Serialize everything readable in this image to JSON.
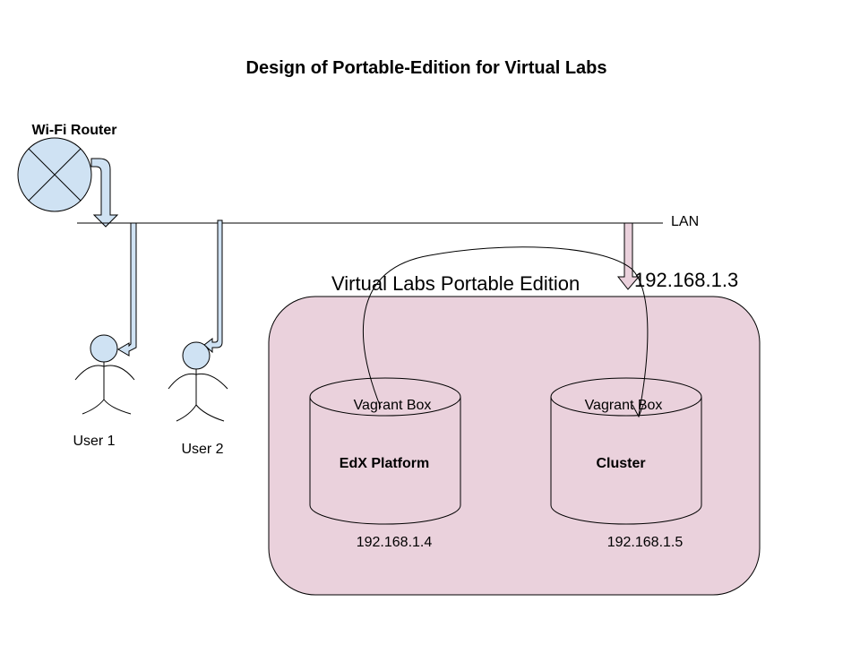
{
  "title": "Design of Portable-Edition for Virtual Labs",
  "router": {
    "label": "Wi-Fi Router",
    "icon": "router-icon"
  },
  "network": {
    "label": "LAN",
    "host_ip": "192.168.1.3"
  },
  "users": [
    {
      "label": "User 1",
      "icon": "user-icon"
    },
    {
      "label": "User 2",
      "icon": "user-icon"
    }
  ],
  "portable_edition": {
    "label": "Virtual Labs Portable Edition",
    "boxes": [
      {
        "header": "Vagrant Box",
        "name": "EdX Platform",
        "ip": "192.168.1.4"
      },
      {
        "header": "Vagrant Box",
        "name": "Cluster",
        "ip": "192.168.1.5"
      }
    ]
  },
  "colors": {
    "node_fill": "#cfe2f3",
    "container_fill": "#ead1dc",
    "arrow_fill": "#cfe2f3",
    "lan_arrow_fill": "#ead1dc",
    "stroke": "#000000"
  }
}
